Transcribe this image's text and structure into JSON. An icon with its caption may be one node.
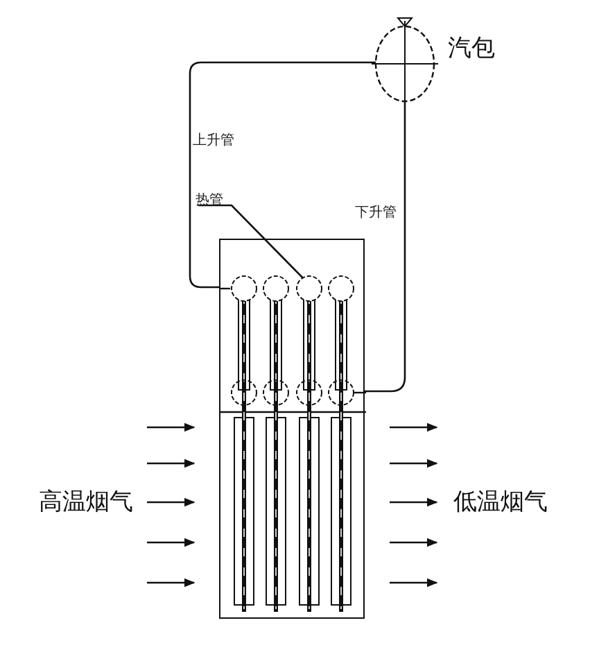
{
  "diagram": {
    "nodes": [
      {
        "text": [
          "汽包"
        ]
      },
      {
        "text": [],
        "shape": "box"
      },
      {
        "text": [
          "热管"
        ]
      }
    ],
    "edges": [
      {
        "from": 1,
        "to": 0,
        "arrow": "none",
        "label": "上升管"
      },
      {
        "from": 0,
        "to": 1,
        "arrow": "none",
        "label": "下升管"
      },
      {
        "from": 2,
        "to": 1,
        "arrow": "none"
      }
    ],
    "labels": [
      "高温烟气",
      "低温烟气"
    ]
  }
}
